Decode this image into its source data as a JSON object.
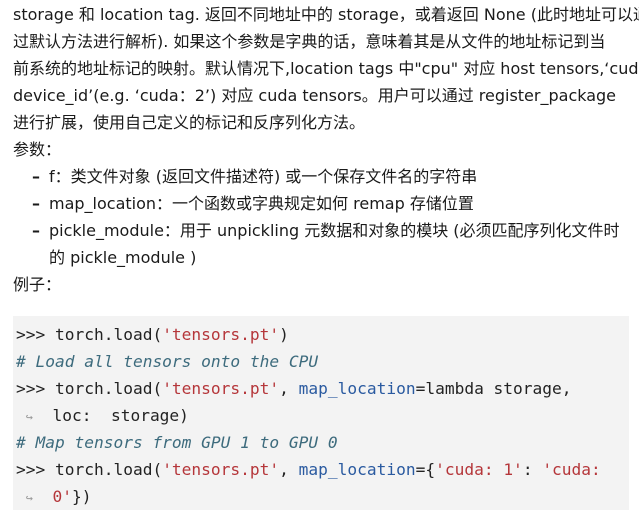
{
  "intro": {
    "lines": [
      "storage 和 location tag. 返回不同地址中的 storage，或着返回 None (此时地址可以通",
      "过默认方法进行解析). 如果这个参数是字典的话，意味着其是从文件的地址标记到当",
      "前系统的地址标记的映射。默认情况下,location tags 中\"cpu\" 对应 host tensors,‘cuda：",
      "device_id’(e.g. ‘cuda：2’) 对应 cuda tensors。用户可以通过 register_package",
      "进行扩展，使用自己定义的标记和反序列化方法。"
    ]
  },
  "params_heading": "参数：",
  "params": [
    {
      "bullet": "–",
      "lines": [
        "f：类文件对象 (返回文件描述符) 或一个保存文件名的字符串"
      ]
    },
    {
      "bullet": "–",
      "lines": [
        "map_location：一个函数或字典规定如何 remap 存储位置"
      ]
    },
    {
      "bullet": "–",
      "lines": [
        "pickle_module：用于 unpickling 元数据和对象的模块 (必须匹配序列化文件时",
        "的 pickle_module )"
      ]
    }
  ],
  "example_heading": "例子：",
  "code": {
    "prompt": ">>> ",
    "call": "torch.load(",
    "str_file": "'tensors.pt'",
    "close": ")",
    "comment1": "# Load all tensors onto the CPU",
    "kw_map": "map_location",
    "eq_lambda": "=lambda storage,",
    "cont_mark": "↪",
    "cont1": "loc:  storage)",
    "comment2": "# Map tensors from GPU 1 to GPU 0",
    "eq_brace": "={",
    "str_cuda1": "'cuda: 1'",
    "colon_sep": ": ",
    "str_cuda_part": "'cuda:",
    "str_cuda_end": "0'",
    "close2": "})",
    "comma_sep": ", "
  }
}
